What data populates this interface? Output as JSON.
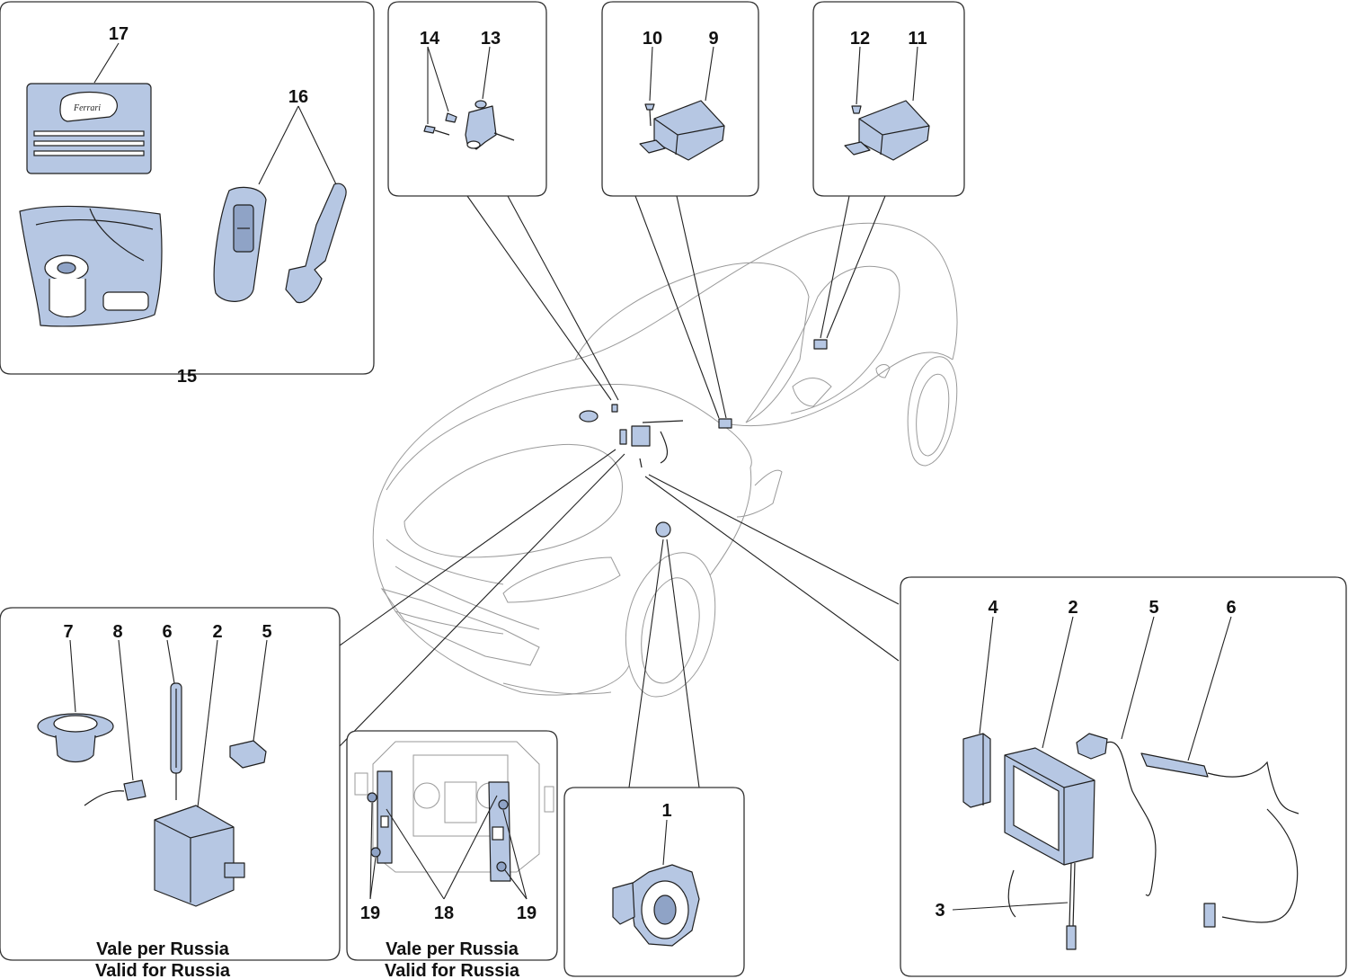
{
  "callouts": {
    "n1": "1",
    "n2": "2",
    "n3": "3",
    "n4": "4",
    "n5": "5",
    "n6": "6",
    "n7": "7",
    "n8": "8",
    "n9": "9",
    "n10": "10",
    "n11": "11",
    "n12": "12",
    "n13": "13",
    "n14": "14",
    "n15": "15",
    "n16": "16",
    "n17": "17",
    "n18": "18",
    "n19": "19"
  },
  "captions": {
    "vale_per_russia": "Vale per Russia",
    "valid_for_russia": "Valid for Russia"
  },
  "logo_text": "Ferrari",
  "colors": {
    "part_fill": "#b6c7e3",
    "line": "#1f1f1f",
    "car_outline": "#9a9a9a"
  }
}
